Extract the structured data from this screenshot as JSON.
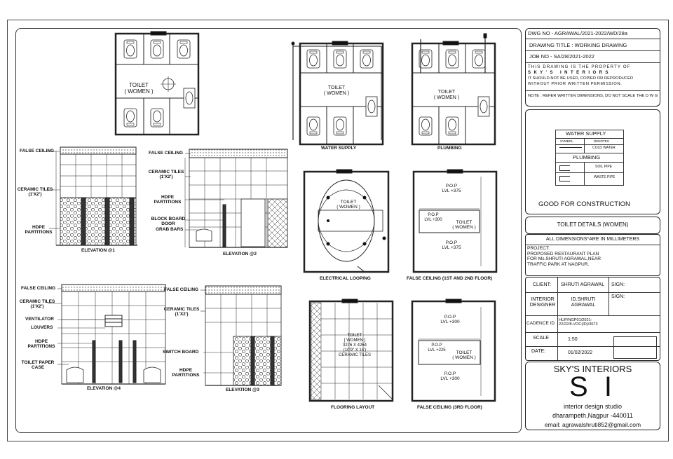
{
  "drawing": {
    "top_toilet_label": "TOILET\n( WOMEN )",
    "water_supply_label": "TOILET\n( WOMEN )",
    "plumbing_label": "TOILET\n( WOMEN )",
    "cap_water_supply": "WATER SUPPLY",
    "cap_plumbing": "PLUMBING",
    "cap_elev1": "ELEVATION @1",
    "cap_elev2": "ELEVATION @2",
    "cap_elev3": "ELEVATION @3",
    "cap_elev4": "ELEVATION @4",
    "cap_electrical": "ELECTRICAL LOOPING",
    "cap_fc12": "FALSE CEILING (1ST AND 2ND FLOOR)",
    "cap_flooring": "FLOORING LAYOUT",
    "cap_fc3": "FALSE CEILING (3RD FLOOR)",
    "electrical_label": "TOILET\n( WOMEN )",
    "fc12_pop1": "P.O.P\nLVL +375",
    "fc12_pop2": "P.O.P\nLVL +300",
    "fc12_toilet": "TOILET\n( WOMEN )",
    "fc12_pop3": "P.O.P\nLVL +375",
    "fc3_pop1": "P.O.P\nLVL +300",
    "fc3_pop2": "P.O.P\nLVL +225",
    "fc3_toilet": "TOILET\n( WOMEN )",
    "fc3_pop3": "P.O.P\nLVL +300",
    "flooring_text": "TOILET\n[ WOMEN ]\n3276 X 4264\n(10'9\" X 14')\nCERAMIC TILES"
  },
  "elev_labels": {
    "e1_false_ceiling": "FALSE CEILING",
    "e1_ceramic": "CERAMIC TILES\n(1'X2')",
    "e1_hdpe": "HDPE\nPARTITIONS",
    "e2_false_ceiling": "FALSE CEILING",
    "e2_ceramic": "CERAMIC TILES\n(1'X2')",
    "e2_hdpe": "HDPE\nPARTITIONS",
    "e2_block": "BLOCK BOARD\nDOOR",
    "e2_grab": "GRAB BARS",
    "e4_false_ceiling": "FALSE CEILING",
    "e4_ceramic": "CERAMIC TILES\n(1'X2')",
    "e4_ventilator": "VENTILATOR",
    "e4_louvers": "LOUVERS",
    "e4_hdpe": "HDPE\nPARTITIONS",
    "e4_paper": "TOILET PAPER\nCASE",
    "e3_false_ceiling": "FALSE CEILING",
    "e3_ceramic": "CERAMIC TILES\n(1'X2')",
    "e3_switch": "SWITCH BOARD",
    "e3_hdpe": "HDPE\nPARTITIONS"
  },
  "title_block": {
    "dwg_no": "DWG NO - AGRAWAL/2021-2022/WD/28a",
    "drawing_title": "DRAWING TITLE :  WORKING DRAWING",
    "job_no": "JOB NO - SA/28/2021-2022",
    "property_line1": "THIS DRAWING IS THE PROPERTY OF",
    "property_line2": "S K Y ' S   I N T E R I O R S",
    "property_line3": "IT SHOULD NOT BE USED, COPIED OR REPRODUCED",
    "property_line4": "WITHOUT PRIOR WRITTEN PERMISSION.",
    "note": "NOTE : REFER WRITTEN DIMENSIONS, DO NOT SCALE THE D                W                G",
    "legend_water": "WATER SUPPLY",
    "legend_symbol": "SYMBOL",
    "legend_denotes": "DENOTES",
    "legend_cold": "COLD WATER",
    "legend_plumbing": "PLUMBING",
    "legend_soil": "SOIL PIPE",
    "legend_waste": "WASTE PIPE",
    "good": "GOOD FOR CONSTRUCTION",
    "details_title": "TOILET DETAILS (WOMEN)",
    "dimensions": "ALL DIMENSIONS*ARE IN MILLIMETERS",
    "project": "PROJECT:\nPROPOSED RESTAURANT PLAN\nFOR Ms.SHRUTI AGRAWAL,NEAR\nTRAFFIC PARK AT NAGPUR.",
    "client_label": "CLIENT:",
    "client_value": "SHRUTI AGRAWAL",
    "sign1": "SIGN:",
    "designer_label": "INTERIOR\nDESIGNER",
    "designer_value": "ID.SHRUTI\nAGRAWAL",
    "sign2": "SIGN:",
    "cadence_label": "CADENCE ID",
    "cadence_value": "HUP/NGP01/2021-\n22/22/8.VOC(ID)/3673",
    "scale_label": "SCALE",
    "scale_value": "1:50",
    "date_label": "DATE:",
    "date_value": "01/02/2022",
    "firm_name": "SKY'S INTERIORS",
    "firm_logo": "S I",
    "firm_tagline": "interior design studio",
    "firm_address": "dharampeth,Nagpur -440011",
    "firm_email": "email: agrawalshruti852@gmail.com"
  },
  "colors": {
    "line": "#222222",
    "hatch": "#555555"
  }
}
